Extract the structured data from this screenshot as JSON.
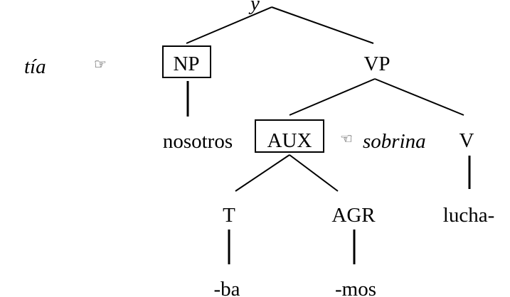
{
  "tree": {
    "top_partial": "y",
    "np_label": "NP",
    "vp_label": "VP",
    "aux_label": "AUX",
    "v_label": "V",
    "t_label": "T",
    "agr_label": "AGR",
    "nosotros": "nosotros",
    "lucha": "lucha-",
    "ba": "-ba",
    "mos": "-mos"
  },
  "annotations": {
    "tia": "tía",
    "sobrina": "sobrina",
    "hand_right": "☞",
    "hand_left": "☜"
  },
  "icons": {
    "hand_right": "pointing-hand-right-icon",
    "hand_left": "pointing-hand-left-icon"
  }
}
